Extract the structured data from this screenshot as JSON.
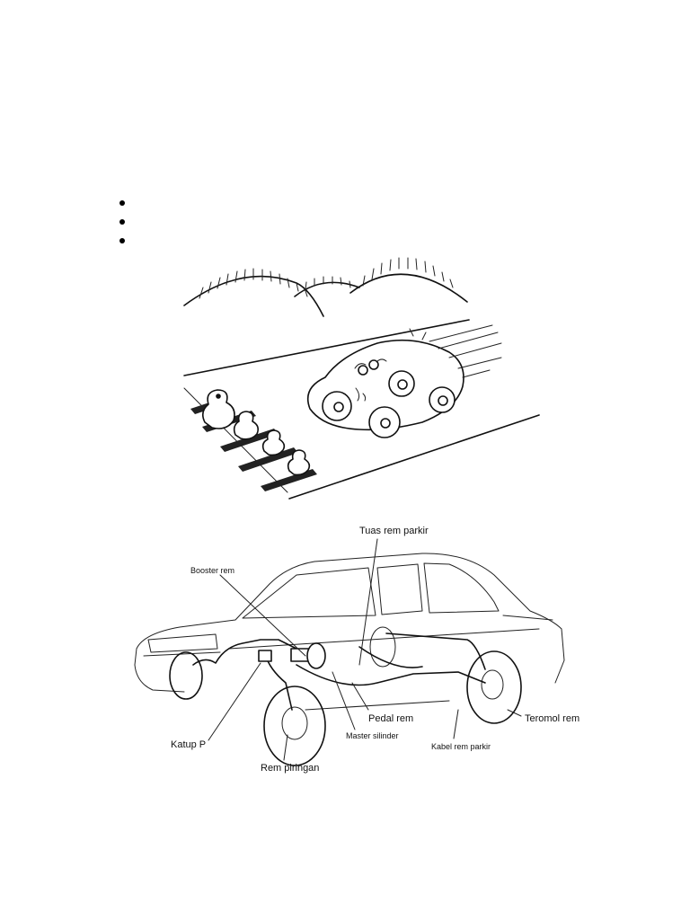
{
  "bullet_list": {
    "items": [
      "",
      "",
      ""
    ]
  },
  "brake_diagram": {
    "labels": {
      "parking_lever": "Tuas rem parkir",
      "booster": "Booster rem",
      "brake_pedal": "Pedal rem",
      "drum_brake": "Teromol rem",
      "p_valve": "Katup P",
      "master_cylinder": "Master silinder",
      "parking_cable": "Kabel rem parkir",
      "disc_brake": "Rem piringan"
    }
  }
}
